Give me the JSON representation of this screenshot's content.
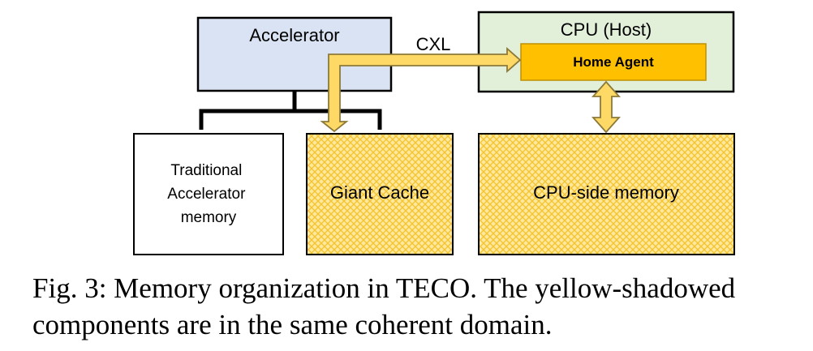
{
  "diagram": {
    "accelerator_label": "Accelerator",
    "cxl_label": "CXL",
    "cpu_host_label": "CPU (Host)",
    "home_agent_label": "Home Agent",
    "traditional_memory_lines": [
      "Traditional",
      "Accelerator",
      "memory"
    ],
    "giant_cache_label": "Giant Cache",
    "cpu_side_memory_label": "CPU-side memory"
  },
  "colors": {
    "accelerator_fill": "#dae3f3",
    "cpu_host_fill": "#e2f0d9",
    "home_agent_fill": "#ffc000",
    "coherent_yellow": "#ffd966",
    "arrow_fill": "#ffd966"
  },
  "caption": {
    "line1": "Fig. 3: Memory organization in TECO. The yellow-shadowed",
    "line2": "components are in the same coherent domain."
  }
}
